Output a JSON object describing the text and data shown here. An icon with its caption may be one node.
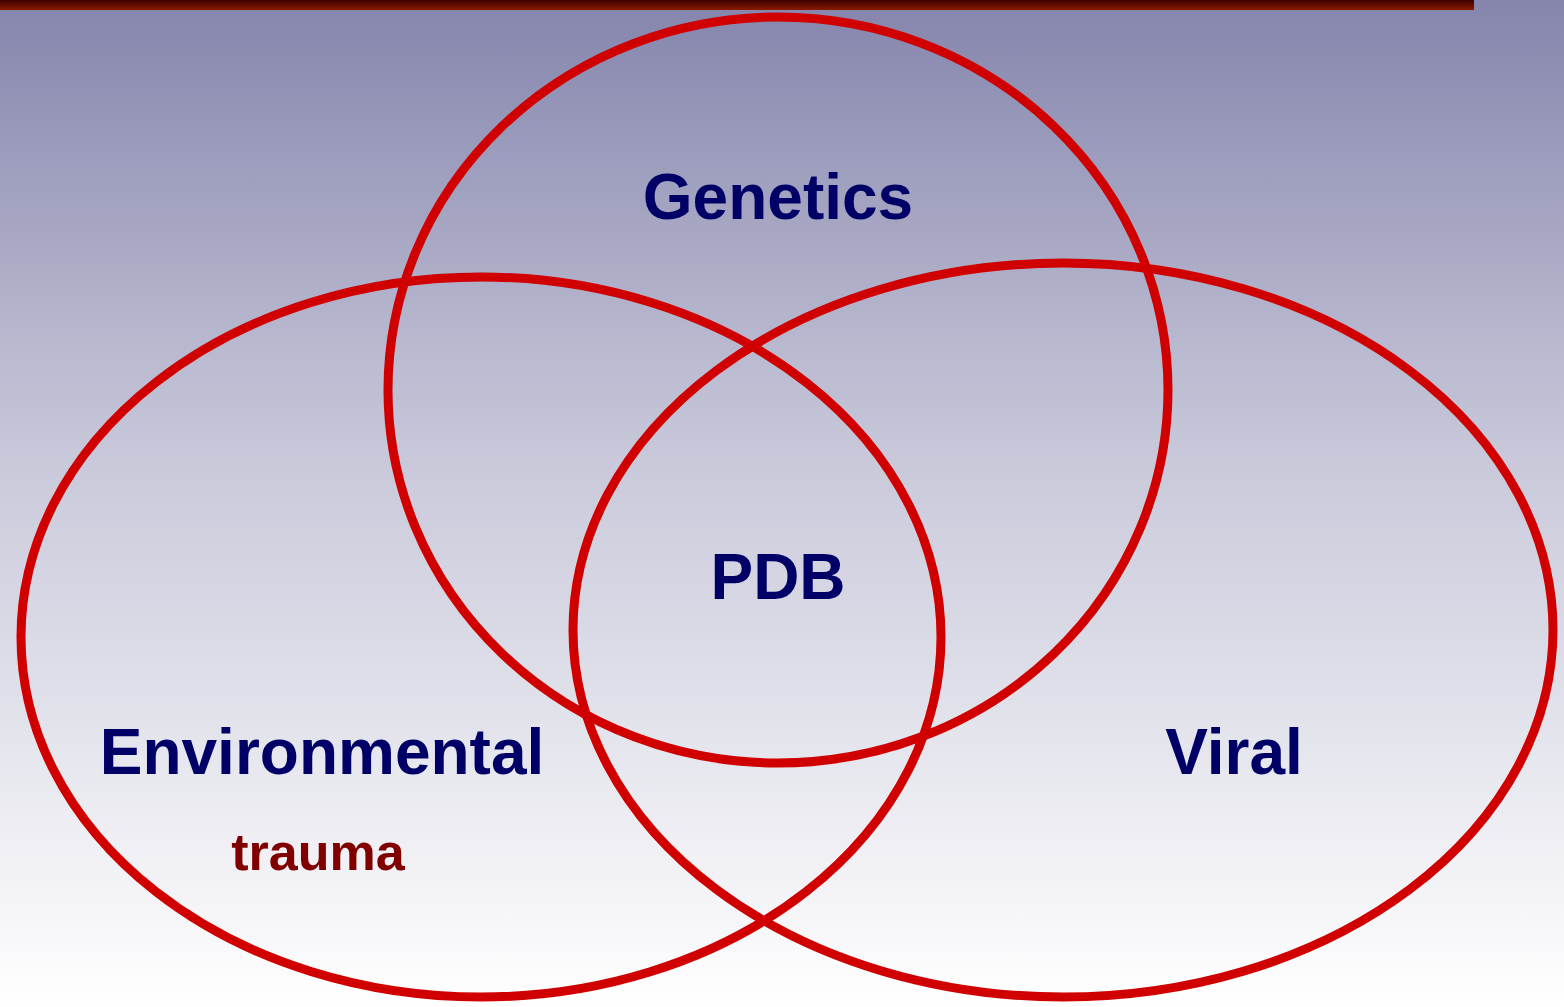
{
  "diagram": {
    "nodes": [
      {
        "text": [
          "Genetics"
        ]
      },
      {
        "text": [
          "Environmental",
          "trauma"
        ]
      },
      {
        "text": [
          "Viral"
        ]
      }
    ],
    "labels": [
      "PDB"
    ]
  }
}
